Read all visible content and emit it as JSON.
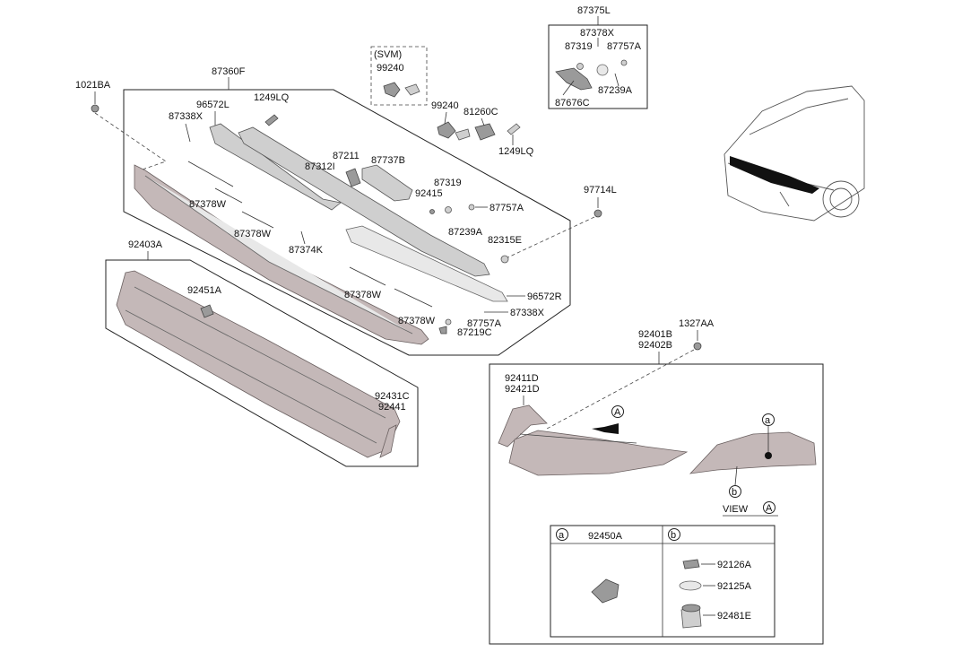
{
  "labels": {
    "p87375L": "87375L",
    "p87378X": "87378X",
    "p87319a": "87319",
    "p87757Aa": "87757A",
    "p87239Aa": "87239A",
    "p87676C": "87676C",
    "svm": "(SVM)",
    "p99240a": "99240",
    "p99240b": "99240",
    "p81260C": "81260C",
    "p1249LQa": "1249LQ",
    "p1249LQb": "1249LQ",
    "p87360F": "87360F",
    "p1021BA": "1021BA",
    "p96572L": "96572L",
    "p87338Xa": "87338X",
    "p87211": "87211",
    "p87312I": "87312I",
    "p87737B": "87737B",
    "p87319b": "87319",
    "p92415": "92415",
    "p87757Ab": "87757A",
    "p87239Ab": "87239A",
    "p97714L": "97714L",
    "p82315E": "82315E",
    "p87378Wa": "87378W",
    "p87378Wb": "87378W",
    "p87374K": "87374K",
    "p87378Wc": "87378W",
    "p87378Wd": "87378W",
    "p96572R": "96572R",
    "p87338Xb": "87338X",
    "p87757Ac": "87757A",
    "p87219C": "87219C",
    "p92403A": "92403A",
    "p92451A": "92451A",
    "p92431C": "92431C",
    "p92441": "92441",
    "p92401B": "92401B",
    "p92402B": "92402B",
    "p1327AA": "1327AA",
    "p92411D": "92411D",
    "p92421D": "92421D",
    "markA1": "A",
    "markA2": "A",
    "marka1": "a",
    "markb1": "b",
    "view": "VIEW",
    "marka2": "a",
    "p92450A": "92450A",
    "markb2": "b",
    "p92126A": "92126A",
    "p92125A": "92125A",
    "p92481E": "92481E"
  },
  "colors": {
    "line": "#222222",
    "part_fill": "#cfcfcf",
    "lamp_fill": "#c4b8b8"
  }
}
